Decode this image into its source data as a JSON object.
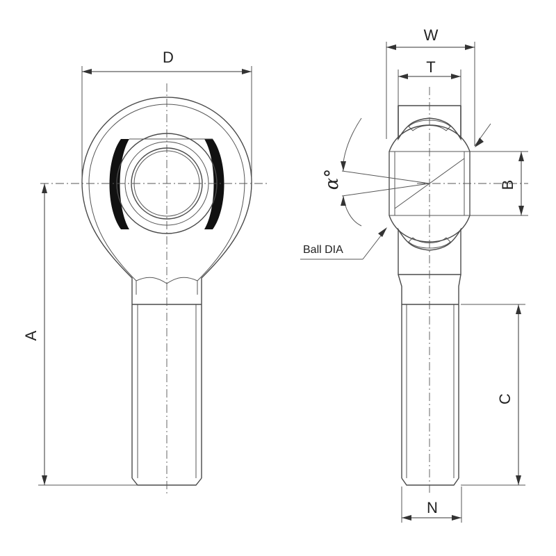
{
  "labels": {
    "D": "D",
    "A": "A",
    "W": "W",
    "T": "T",
    "B": "B",
    "C": "C",
    "N": "N",
    "alpha": "α°",
    "ball_dia": "Ball DIA"
  }
}
